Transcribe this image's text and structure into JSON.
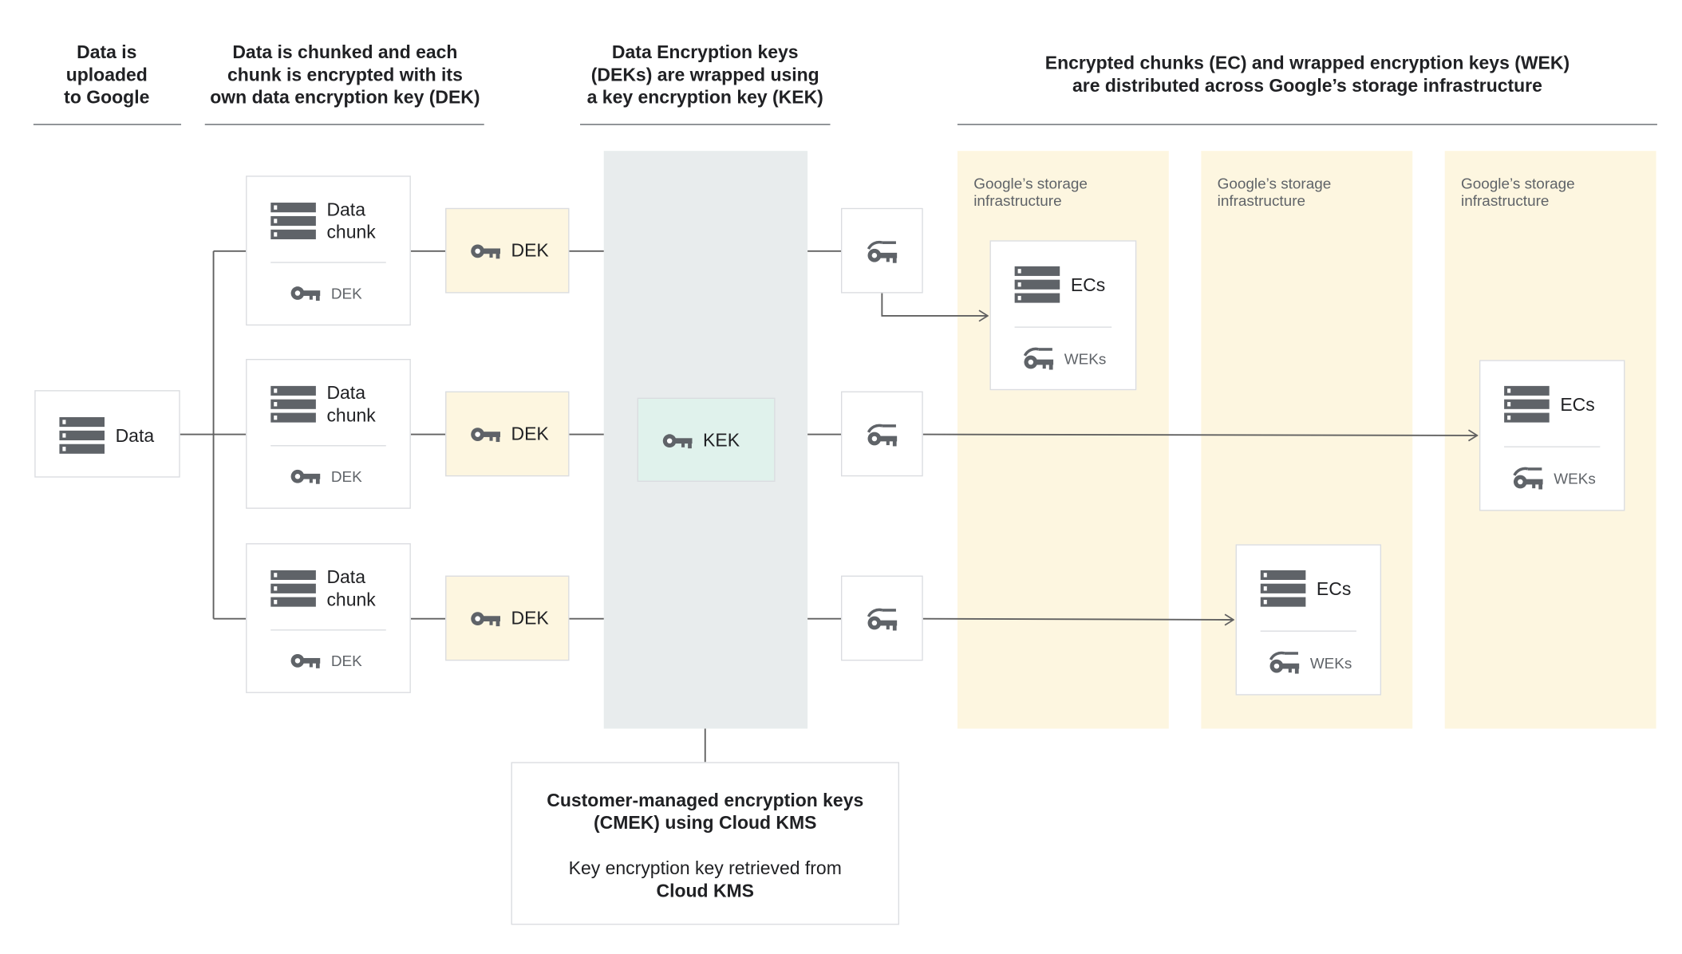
{
  "headers": {
    "upload": [
      "Data is",
      "uploaded",
      "to Google"
    ],
    "chunk": [
      "Data is chunked and each",
      "chunk is encrypted with its",
      "own data encryption key (DEK)"
    ],
    "wrap": [
      "Data Encryption keys",
      "(DEKs) are wrapped using",
      "a key encryption key (KEK)"
    ],
    "distribute": [
      "Encrypted chunks (EC) and wrapped encryption keys (WEK)",
      "are distributed across Google’s storage infrastructure"
    ]
  },
  "data_box": {
    "label": "Data",
    "icon": "server-icon"
  },
  "chunks": [
    {
      "title": [
        "Data",
        "chunk"
      ],
      "key_label": "DEK",
      "dek_label": "DEK"
    },
    {
      "title": [
        "Data",
        "chunk"
      ],
      "key_label": "DEK",
      "dek_label": "DEK"
    },
    {
      "title": [
        "Data",
        "chunk"
      ],
      "key_label": "DEK",
      "dek_label": "DEK"
    }
  ],
  "kek": {
    "label": "KEK",
    "icon": "key-icon"
  },
  "storage_columns": [
    {
      "title": [
        "Google’s storage",
        "infrastructure"
      ]
    },
    {
      "title": [
        "Google’s storage",
        "infrastructure"
      ]
    },
    {
      "title": [
        "Google’s storage",
        "infrastructure"
      ]
    }
  ],
  "ec_boxes": [
    {
      "ec_label": "ECs",
      "wek_label": "WEKs"
    },
    {
      "ec_label": "ECs",
      "wek_label": "WEKs"
    },
    {
      "ec_label": "ECs",
      "wek_label": "WEKs"
    }
  ],
  "cmek": {
    "title": [
      "Customer-managed encryption keys",
      "(CMEK) using Cloud KMS"
    ],
    "body": "Key encryption key retrieved from",
    "body_bold": "Cloud KMS"
  },
  "colors": {
    "storage": "#fdf6e0",
    "kek_column": "#e8eced",
    "kek_box": "#e0f2ec",
    "icon": "#5f6368",
    "line": "#616161"
  }
}
